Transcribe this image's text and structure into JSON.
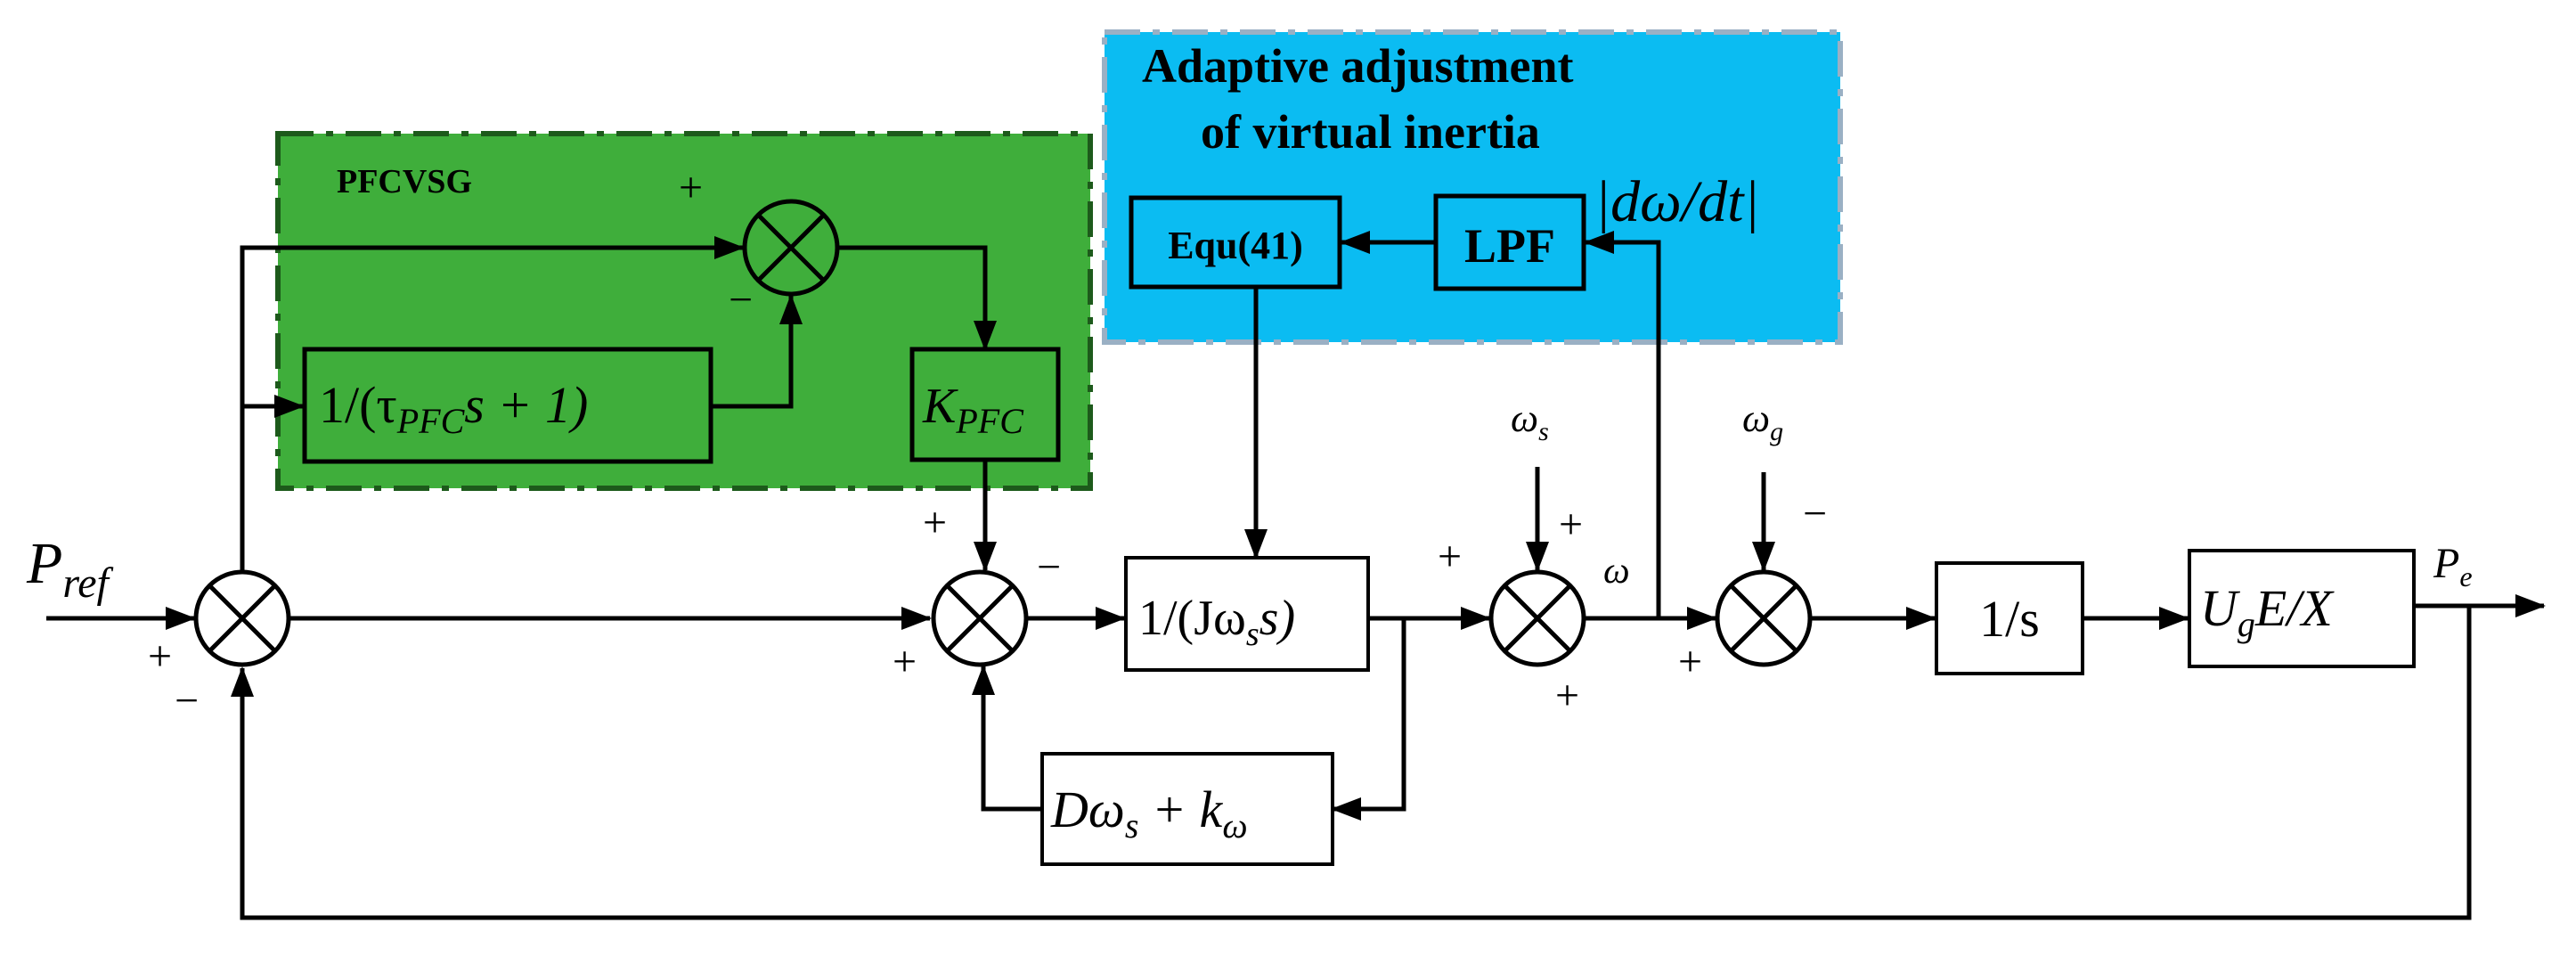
{
  "regions": {
    "pfcvsg_label": "PFCVSG",
    "adaptive_title_line1": "Adaptive adjustment",
    "adaptive_title_line2": "of virtual inertia"
  },
  "blocks": {
    "lowpass_main": "1/(τ",
    "lowpass_sub": "PFC",
    "lowpass_tail": "s + 1)",
    "kpfc_main": "K",
    "kpfc_sub": "PFC",
    "equ": "Equ(41)",
    "lpf": "LPF",
    "inertia_pre": "1/(Jω",
    "inertia_sub": "s",
    "inertia_post": "s)",
    "damping_pre": "Dω",
    "damping_sub": "s",
    "damping_mid": " + k",
    "damping_sub2": "ω",
    "integrator": "1/s",
    "power_U": "U",
    "power_Usub": "g",
    "power_tail": "E/X"
  },
  "signals": {
    "pref_main": "P",
    "pref_sub": "ref",
    "pe_main": "P",
    "pe_sub": "e",
    "omega": "ω",
    "omega_s_main": "ω",
    "omega_s_sub": "s",
    "omega_g_main": "ω",
    "omega_g_sub": "g",
    "dwdt": "|dω/dt|"
  },
  "signs": {
    "plus": "+",
    "minus": "−"
  },
  "colors": {
    "green_region": "#3fae3b",
    "blue_region": "#0bbcf2",
    "blue_border": "#9ab0c4"
  }
}
